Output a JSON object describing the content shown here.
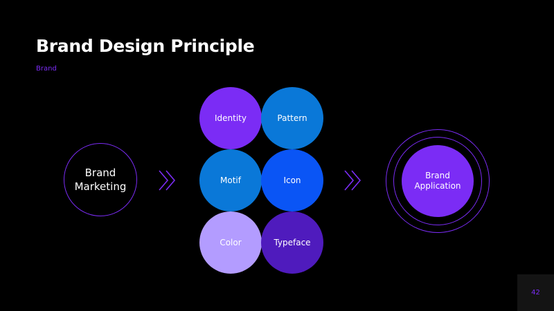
{
  "slide": {
    "title": "Brand Design Principle",
    "subtitle": "Brand",
    "page_number": "42"
  },
  "left_node": {
    "label": "Brand\nMarketing",
    "ring_color": "#7b2cf5"
  },
  "chevron_color": "#7b2cf5",
  "grid": [
    {
      "label": "Identity",
      "color": "#7b2cf5"
    },
    {
      "label": "Pattern",
      "color": "#0a78d8"
    },
    {
      "label": "Motif",
      "color": "#0a78d8"
    },
    {
      "label": "Icon",
      "color": "#0a55f5"
    },
    {
      "label": "Color",
      "color": "#b39cff"
    },
    {
      "label": "Typeface",
      "color": "#4f1bbd"
    }
  ],
  "right_node": {
    "label": "Brand\nApplication",
    "color": "#7b2cf5"
  }
}
